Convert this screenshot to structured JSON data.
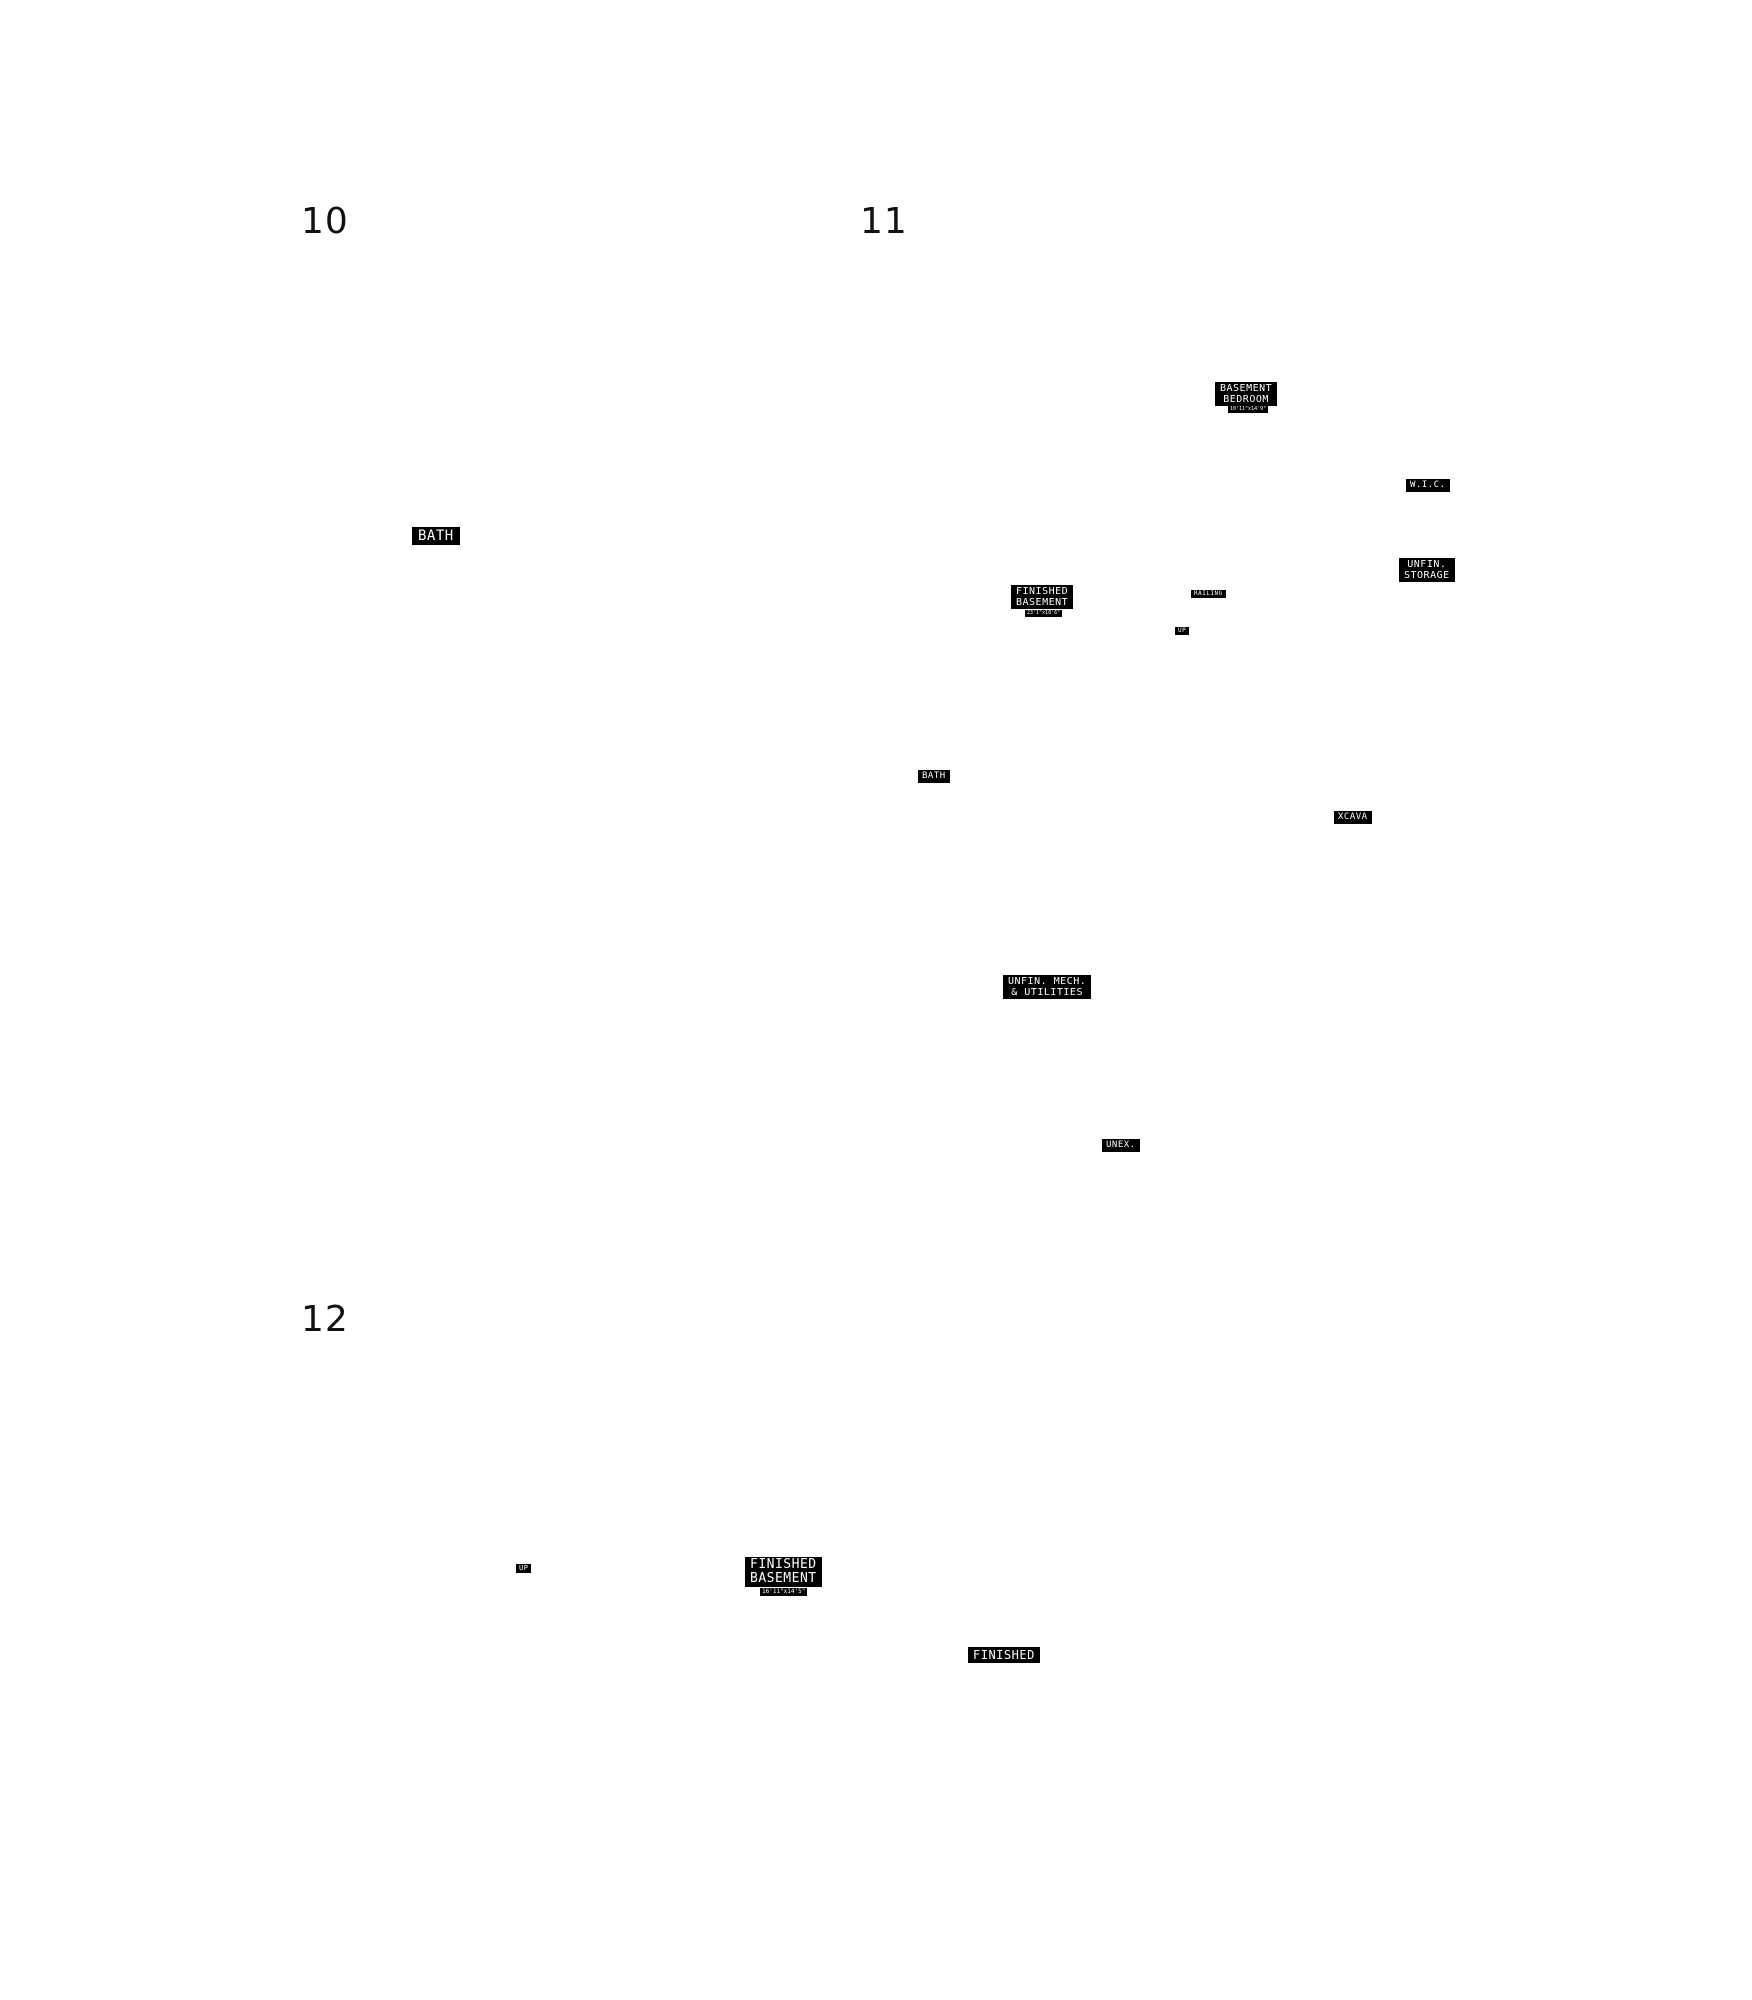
{
  "panels": [
    {
      "number": "10"
    },
    {
      "number": "11"
    },
    {
      "number": "12"
    }
  ],
  "panel10": {
    "bath": "BATH"
  },
  "panel11": {
    "basement_bedroom": {
      "line1": "BASEMENT",
      "line2": "BEDROOM",
      "dim": "10'11\"x14'9\""
    },
    "wic": "W.I.C.",
    "unfin_storage": {
      "line1": "UNFIN.",
      "line2": "STORAGE"
    },
    "finished_basement": {
      "line1": "FINISHED",
      "line2": "BASEMENT",
      "dim": "23'1\"x18'6\""
    },
    "railing": "RAILING",
    "up": "UP",
    "bath": "BATH",
    "excava": "XCAVA",
    "unfin_mech": {
      "line1": "UNFIN. MECH.",
      "line2": "& UTILITIES"
    },
    "unex": "UNEX."
  },
  "panel12": {
    "up": "UP",
    "finished_basement": {
      "line1": "FINISHED",
      "line2": "BASEMENT",
      "dim": "16'11\"x14'5\""
    },
    "finished": "FINISHED"
  }
}
